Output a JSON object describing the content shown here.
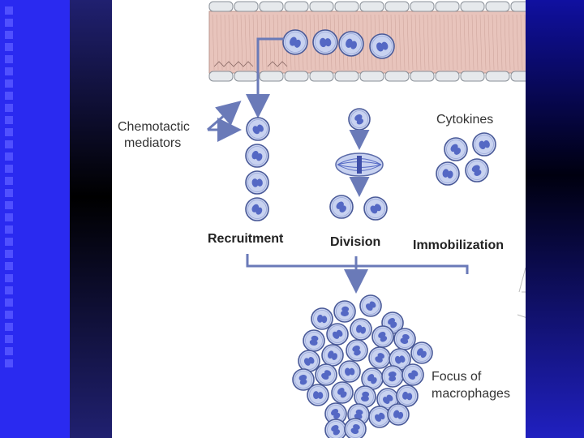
{
  "labels": {
    "chemotactic_line1": "Chemotactic",
    "chemotactic_line2": "mediators",
    "cytokines": "Cytokines",
    "recruitment": "Recruitment",
    "division": "Division",
    "immobilization": "Immobilization",
    "focus_line1": "Focus of",
    "focus_line2": "macrophages"
  },
  "colors": {
    "slide_background": "#0000ee",
    "vessel_fill": "#e8c4bc",
    "cell_fill": "#c8d2f0",
    "nucleus_fill": "#5468c4",
    "arrow": "#6a7ab8"
  }
}
